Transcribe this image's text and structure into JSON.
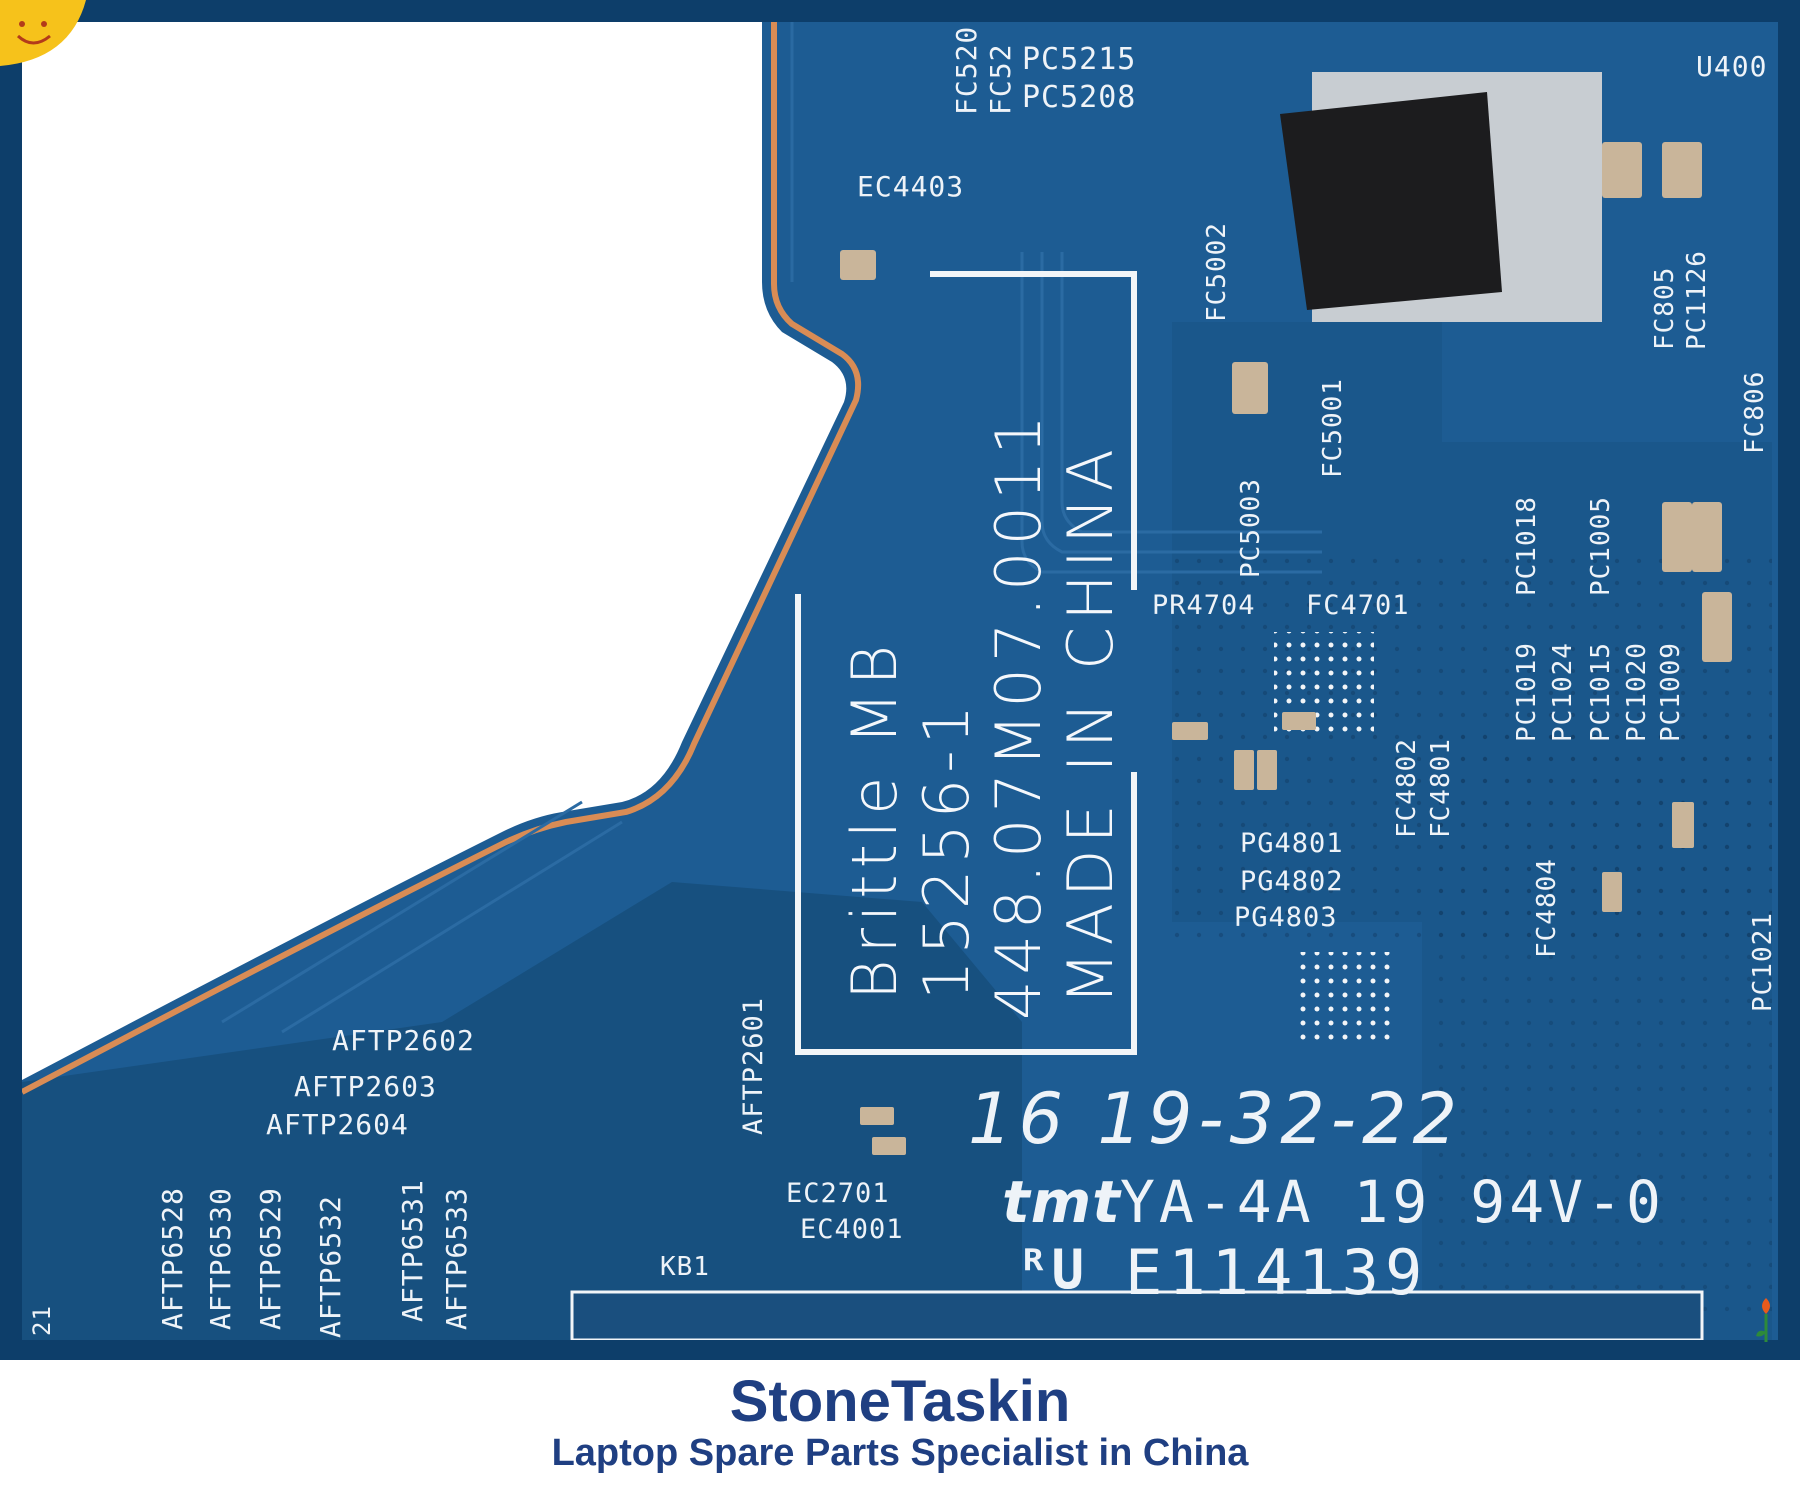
{
  "silkscreen": {
    "lines": [
      "Brittle MB",
      "15256-1",
      "448.07M07.0011",
      "MADE IN CHINA"
    ],
    "date_code": "16 19-32-22",
    "maker": "tmt",
    "rating": "YA-4A 19 94V-0",
    "ul_mark": "ᴿU",
    "ul_number": "E114139"
  },
  "labels": {
    "fc520": "FC520",
    "fc52": "FC52",
    "pc5215": "PC5215",
    "pc5208": "PC5208",
    "ec4403": "EC4403",
    "fc5002": "FC5002",
    "fc5001": "FC5001",
    "pc5003": "PC5003",
    "pr4704": "PR4704",
    "fc4701": "FC4701",
    "fc4802": "FC4802",
    "fc4801": "FC4801",
    "pg4801": "PG4801",
    "pg4802": "PG4802",
    "pg4803": "PG4803",
    "fc4804": "FC4804",
    "pc1018": "PC1018",
    "pc1005": "PC1005",
    "pc1019": "PC1019",
    "pc1024": "PC1024",
    "pc1015": "PC1015",
    "pc1020": "PC1020",
    "pc1009": "PC1009",
    "pc1021": "PC1021",
    "fc805": "FC805",
    "pc1126": "PC1126",
    "fc806": "FC806",
    "u400": "U400",
    "aftp2601": "AFTP2601",
    "aftp2602": "AFTP2602",
    "aftp2603": "AFTP2603",
    "aftp2604": "AFTP2604",
    "aftp6528": "AFTP6528",
    "aftp6530": "AFTP6530",
    "aftp6529": "AFTP6529",
    "aftp6532": "AFTP6532",
    "aftp6531": "AFTP6531",
    "aftp6533": "AFTP6533",
    "ec2701": "EC2701",
    "ec4001": "EC4001",
    "kb1": "KB1",
    "edge21": "21"
  },
  "footer": {
    "brand": "StoneTaskin",
    "tagline": "Laptop Spare Parts Specialist in China"
  },
  "colors": {
    "frame": "#0d3e6a",
    "pcb": "#1d5c93",
    "pcb_dark": "#17507f",
    "trace": "#d98c55",
    "silk": "#eef3f8",
    "brand": "#1f3f82"
  }
}
